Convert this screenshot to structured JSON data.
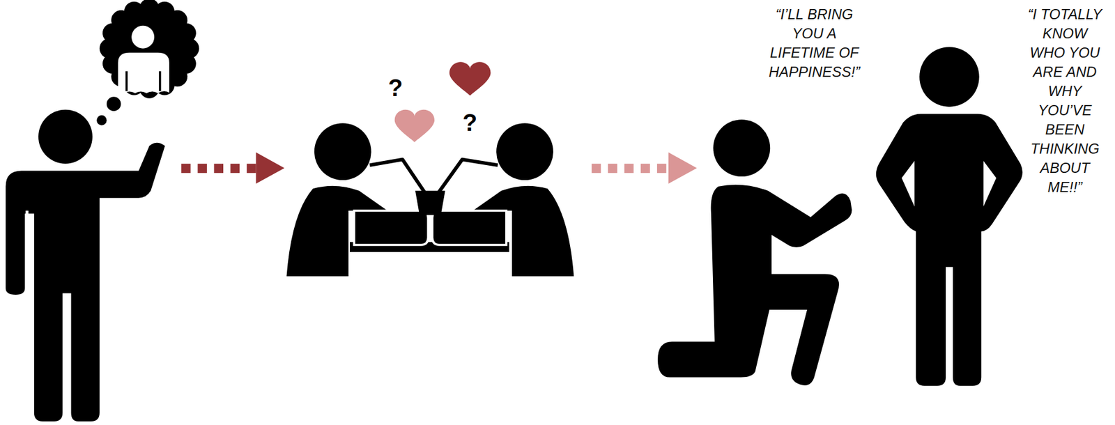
{
  "diagram": {
    "labels": [
      "?",
      "?",
      "“I’LL BRING YOU A LIFETIME OF HAPPINESS!”",
      "“I TOTALLY KNOW WHO YOU ARE AND WHY YOU’VE BEEN THINKING ABOUT ME!!”"
    ]
  }
}
